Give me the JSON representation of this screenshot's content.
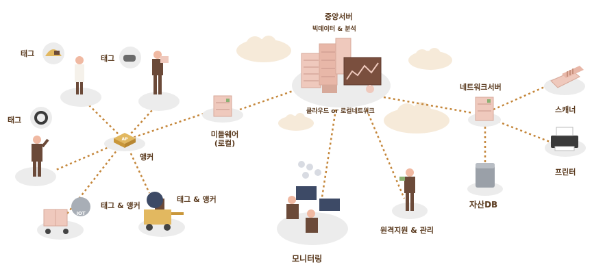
{
  "central_server": {
    "title": "중앙서버",
    "subtitle": "빅데이터 & 분석"
  },
  "cloud_label": "클라우드 or 로컬네트워크",
  "middleware": {
    "line1": "미들웨어",
    "line2": "(로컬)"
  },
  "network_server": "네트워크서버",
  "anchor": "앵커",
  "ap_badge": "AP",
  "tags": [
    "태그",
    "태그",
    "태그"
  ],
  "tag_anchor_1": "태그 & 앵커",
  "tag_anchor_2": "태그 & 앵커",
  "iot_badge": "IOT",
  "monitoring": "모니터링",
  "remote_support": "원격지원 & 관리",
  "asset_db": "자산DB",
  "scanner": "스캐너",
  "printer": "프린터",
  "colors": {
    "line": "#c4863a",
    "text": "#5a3a1e",
    "platform": "#ececec",
    "cloud": "#f6ead9",
    "server": "#efc9bd",
    "ap": "#d9a640",
    "skin": "#e7b89a",
    "clothing": "#6b4a39",
    "hair": "#f0b9a2"
  }
}
